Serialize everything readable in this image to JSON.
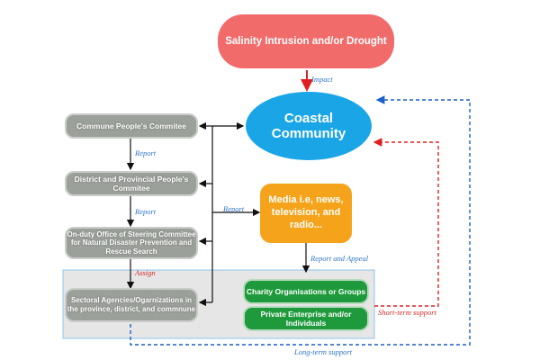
{
  "nodes": {
    "drought": "Salinity Intrusion and/or Drought",
    "community": "Coastal Community",
    "commune": "Commune People's Commitee",
    "district": "District and Provincial People's Commitee",
    "onduty": "On-duty Office of Steering Committee for Natural Disaster Prevention and Rescue Search",
    "sectoral": "Sectoral Agencies/Ogarnizations in the province, district, and commnune",
    "media": "Media i.e, news, television, and radio...",
    "charity": "Charity Organisations or Groups",
    "private": "Private Enterprise and/or Individuals"
  },
  "labels": {
    "impact": "Impact",
    "report1": "Report",
    "report2": "Report",
    "report3": "Report",
    "assign": "Assign",
    "report_appeal": "Report and Appeal",
    "short_term": "Short-term support",
    "long_term": "Long-term support"
  },
  "colors": {
    "drought": "#f26b6b",
    "community": "#1aa6e6",
    "media": "#f5a31a",
    "grey_node": "#9ca09b",
    "green_node": "#1e9a3c",
    "red_arrow": "#e02020",
    "blue_arrow": "#1d5fc9",
    "group_box": "#e6e6e6"
  }
}
